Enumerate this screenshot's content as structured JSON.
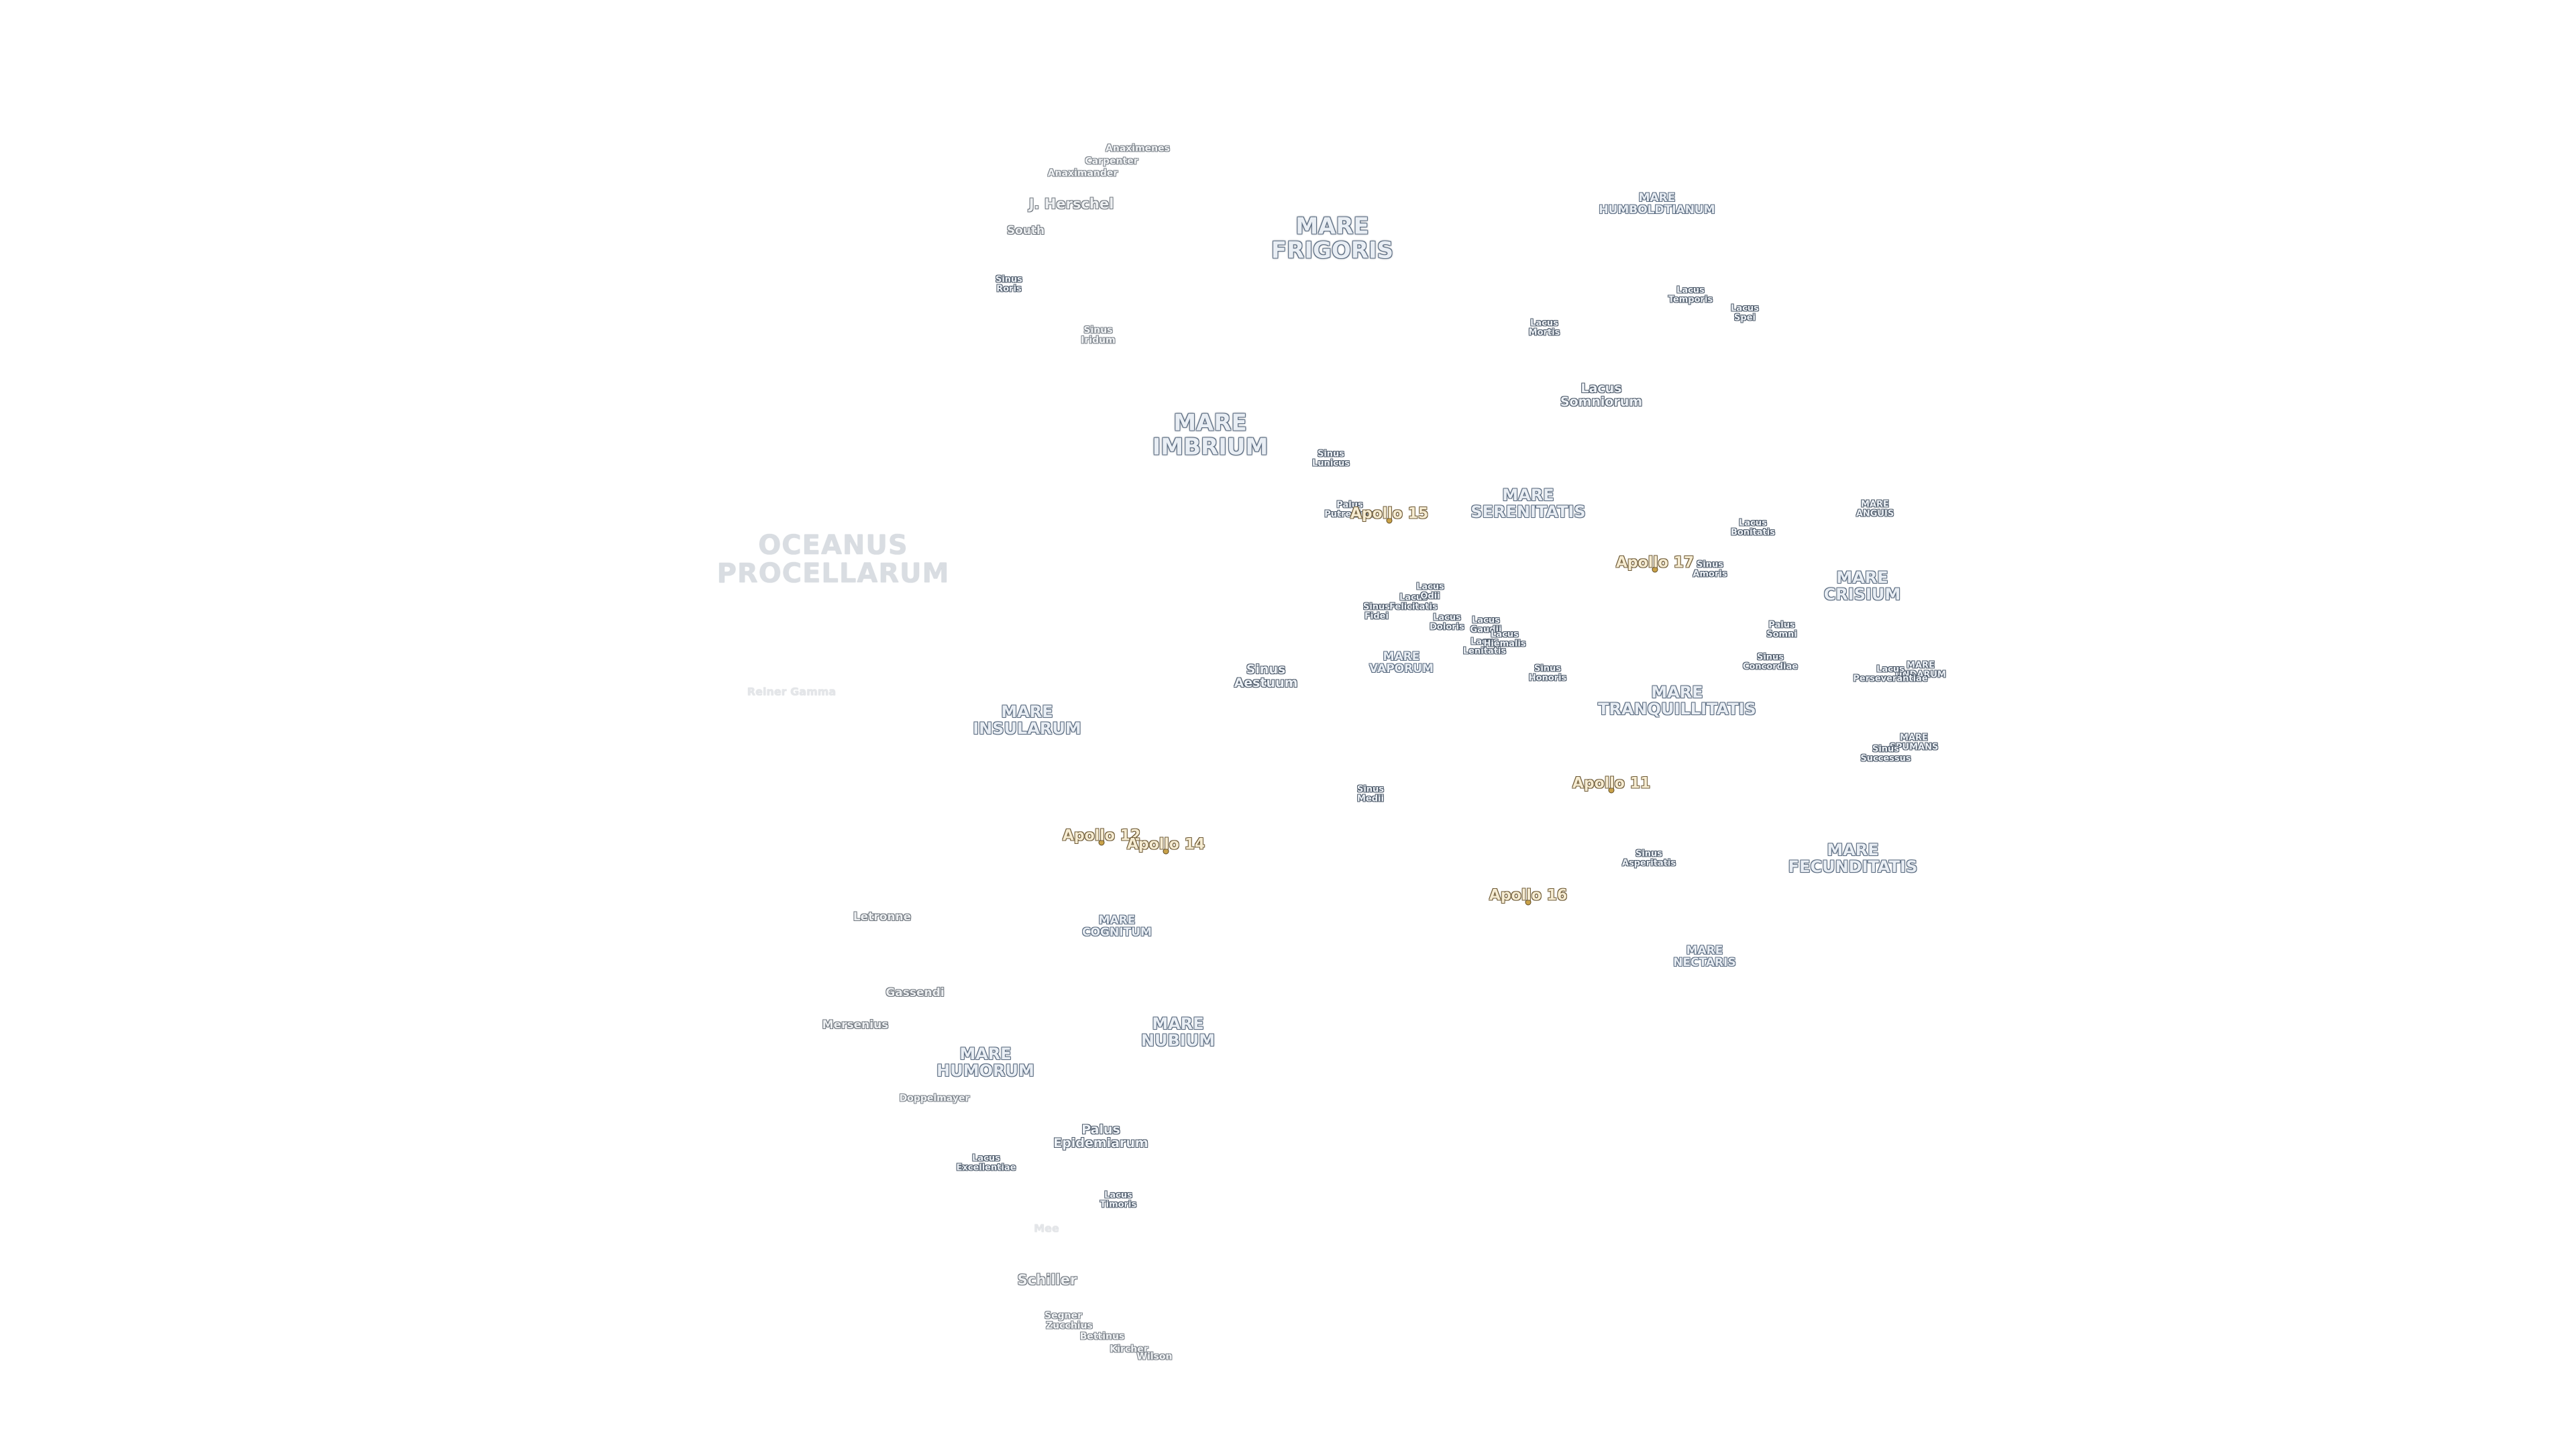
{
  "map": {
    "oceans": [
      {
        "id": "oceanus-procellarum",
        "text": "OCEANUS\nPROCELLARUM"
      }
    ],
    "maria": [
      {
        "id": "mare-frigoris",
        "text": "MARE\nFRIGORIS"
      },
      {
        "id": "mare-imbrium",
        "text": "MARE\nIMBRIUM"
      },
      {
        "id": "mare-serenitatis",
        "text": "MARE\nSERENITATIS"
      },
      {
        "id": "mare-crisium",
        "text": "MARE\nCRISIUM"
      },
      {
        "id": "mare-tranquillitatis",
        "text": "MARE\nTRANQUILLITATIS"
      },
      {
        "id": "mare-fecunditatis",
        "text": "MARE\nFECUNDITATIS"
      },
      {
        "id": "mare-insularum",
        "text": "MARE\nINSULARUM"
      },
      {
        "id": "mare-nubium",
        "text": "MARE\nNUBIUM"
      },
      {
        "id": "mare-cognitum",
        "text": "MARE\nCOGNITUM"
      },
      {
        "id": "mare-humorum",
        "text": "MARE\nHUMORUM"
      },
      {
        "id": "mare-nectaris",
        "text": "MARE\nNECTARIS"
      },
      {
        "id": "mare-vaporum",
        "text": "MARE\nVAPORUM"
      },
      {
        "id": "mare-humboldtianum",
        "text": "MARE\nHUMBOLDTIANUM"
      },
      {
        "id": "mare-anguis",
        "text": "MARE\nANGUIS"
      },
      {
        "id": "mare-undarum",
        "text": "MARE\nUNDARUM"
      },
      {
        "id": "mare-spumans",
        "text": "MARE\nSPUMANS"
      }
    ],
    "features": [
      {
        "id": "sinus-iridum",
        "text": "Sinus\nIridum"
      },
      {
        "id": "sinus-roris",
        "text": "Sinus\nRoris"
      },
      {
        "id": "sinus-aestuum",
        "text": "Sinus\nAestuum"
      },
      {
        "id": "sinus-medii",
        "text": "Sinus\nMedii"
      },
      {
        "id": "sinus-asperitatis",
        "text": "Sinus\nAsperitatis"
      },
      {
        "id": "sinus-amoris",
        "text": "Sinus\nAmoris"
      },
      {
        "id": "sinus-concordiae",
        "text": "Sinus\nConcordiae"
      },
      {
        "id": "sinus-lunicus",
        "text": "Sinus\nLunicus"
      },
      {
        "id": "sinus-fidei",
        "text": "Sinus\nFidei"
      },
      {
        "id": "sinus-honoris",
        "text": "Sinus\nHonoris"
      },
      {
        "id": "sinus-successus",
        "text": "Sinus\nSuccessus"
      },
      {
        "id": "lacus-somniorum",
        "text": "Lacus\nSomniorum"
      },
      {
        "id": "lacus-mortis",
        "text": "Lacus\nMortis"
      },
      {
        "id": "lacus-temporis",
        "text": "Lacus\nTemporis"
      },
      {
        "id": "lacus-spei",
        "text": "Lacus\nSpei"
      },
      {
        "id": "lacus-bonitatis",
        "text": "Lacus\nBonitatis"
      },
      {
        "id": "lacus-excellentiae",
        "text": "Lacus\nExcellentiae"
      },
      {
        "id": "lacus-timoris",
        "text": "Lacus\nTimoris"
      },
      {
        "id": "lacus-felicitatis",
        "text": "Lacus\nFelicitatis"
      },
      {
        "id": "lacus-odii",
        "text": "Lacus\nOdii"
      },
      {
        "id": "lacus-doloris",
        "text": "Lacus\nDoloris"
      },
      {
        "id": "lacus-gaudii",
        "text": "Lacus\nGaudii"
      },
      {
        "id": "lacus-lenitatis",
        "text": "Lacus\nLenitatis"
      },
      {
        "id": "lacus-hiemalis",
        "text": "Lacus\nHiemalis"
      },
      {
        "id": "lacus-perseverantiae",
        "text": "Lacus\nPerseverantiae"
      },
      {
        "id": "palus-epidemiarum",
        "text": "Palus\nEpidemiarum"
      },
      {
        "id": "palus-putredinis",
        "text": "Palus\nPutredinis"
      },
      {
        "id": "palus-somni",
        "text": "Palus\nSomni"
      }
    ],
    "craters": [
      {
        "id": "anaximenes",
        "text": "Anaximenes"
      },
      {
        "id": "carpenter",
        "text": "Carpenter"
      },
      {
        "id": "anaximander",
        "text": "Anaximander"
      },
      {
        "id": "j-herschel",
        "text": "J. Herschel"
      },
      {
        "id": "south",
        "text": "South"
      },
      {
        "id": "letronne",
        "text": "Letronne"
      },
      {
        "id": "gassendi",
        "text": "Gassendi"
      },
      {
        "id": "mersenius",
        "text": "Mersenius"
      },
      {
        "id": "doppelmayer",
        "text": "Doppelmayer"
      },
      {
        "id": "schiller",
        "text": "Schiller"
      },
      {
        "id": "segner",
        "text": "Segner"
      },
      {
        "id": "zucchius",
        "text": "Zucchius"
      },
      {
        "id": "bettinus",
        "text": "Bettinus"
      },
      {
        "id": "kircher",
        "text": "Kircher"
      },
      {
        "id": "wilson",
        "text": "Wilson"
      }
    ],
    "faint_labels": [
      {
        "id": "reiner-gamma",
        "text": "Reiner Gamma"
      },
      {
        "id": "mee",
        "text": "Mee"
      }
    ],
    "apollo_sites": [
      {
        "id": "apollo-11",
        "text": "Apollo 11"
      },
      {
        "id": "apollo-12",
        "text": "Apollo 12"
      },
      {
        "id": "apollo-14",
        "text": "Apollo 14"
      },
      {
        "id": "apollo-15",
        "text": "Apollo 15"
      },
      {
        "id": "apollo-16",
        "text": "Apollo 16"
      },
      {
        "id": "apollo-17",
        "text": "Apollo 17"
      }
    ]
  }
}
